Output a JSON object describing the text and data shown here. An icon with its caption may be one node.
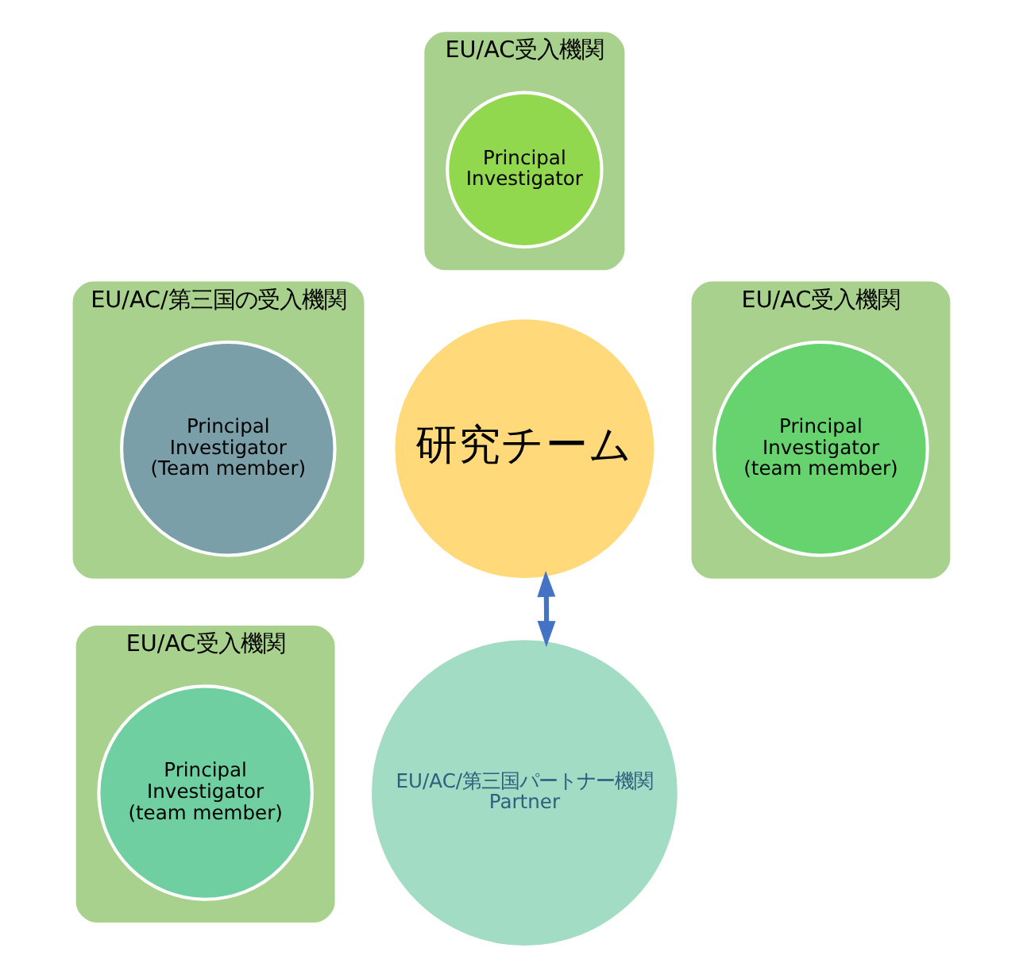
{
  "diagram": {
    "nodes": [
      {
        "text": [
          "EU/AC受入機関"
        ]
      },
      {
        "text": [
          "Principal Investigator"
        ],
        "in": 0
      },
      {
        "text": [
          "EU/AC/第三国の受入機関"
        ]
      },
      {
        "text": [
          "Principal Investigator (Team member)"
        ],
        "in": 2
      },
      {
        "text": [
          "研究チーム"
        ]
      },
      {
        "text": [
          "EU/AC受入機関"
        ]
      },
      {
        "text": [
          "Principal Investigator (team member)"
        ],
        "in": 5
      },
      {
        "text": [
          "EU/AC受入機関"
        ]
      },
      {
        "text": [
          "Principal Investigator (team member)"
        ],
        "in": 7
      },
      {
        "text": [
          "EU/AC/第三国パートナー機関",
          "Partner"
        ]
      }
    ],
    "edges": [
      {
        "from": 4,
        "to": 9,
        "arrow": "both"
      }
    ]
  }
}
